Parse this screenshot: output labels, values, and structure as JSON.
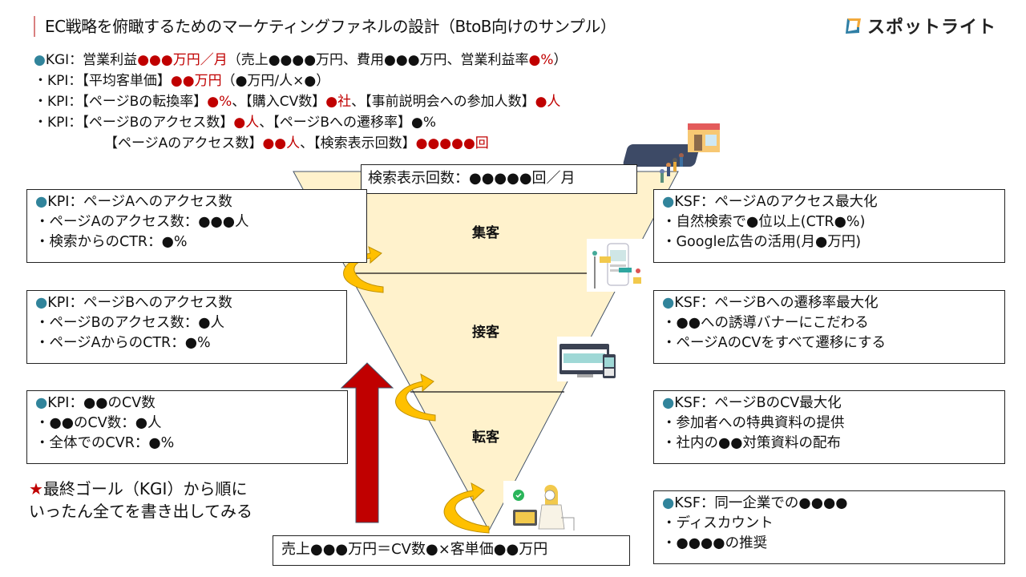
{
  "header": {
    "title": "EC戦略を俯瞰するためのマーケティングファネルの設計（BtoB向けのサンプル）",
    "logo_text": "スポットライト"
  },
  "colors": {
    "accent_red": "#c00000",
    "bullet_blue": "#31849b",
    "funnel_fill": "#fff2cc",
    "arrow_gold": "#ffc000",
    "arrow_red": "#c00000"
  },
  "summary": {
    "kgi": {
      "bullet": "●",
      "label": "KGI：営業利益",
      "value": "●●●万円／月",
      "paren_open": "（売上●●●●万円、費用●●●万円、営業利益率",
      "rate": "●%",
      "paren_close": "）"
    },
    "kpi1": {
      "label": "・KPI：【平均客単価】",
      "value": "●●万円",
      "suffix": "（●万円/人×●）"
    },
    "kpi2": {
      "label": "・KPI：【ページBの転換率】",
      "v1": "●%",
      "mid1": "、【購入CV数】",
      "v2": "●社",
      "mid2": "、【事前説明会への参加人数】",
      "v3": "●人"
    },
    "kpi3": {
      "label": "・KPI：【ページBのアクセス数】",
      "v1": "●人",
      "mid": "、【ページBへの遷移率】●%"
    },
    "kpi4": {
      "label": "【ページAのアクセス数】",
      "v1": "●●人",
      "mid": "、【検索表示回数】",
      "v2": "●●●●●回"
    }
  },
  "funnel": {
    "search_impressions": "検索表示回数：●●●●●回／月",
    "stages": [
      "集客",
      "接客",
      "転客"
    ],
    "formula": "売上●●●万円＝CV数●×客単価●●万円"
  },
  "kpi_boxes": [
    {
      "bullet": "●",
      "title": "KPI：ページAへのアクセス数",
      "lines": [
        "・ページAのアクセス数：●●●人",
        "・検索からのCTR：●%"
      ]
    },
    {
      "bullet": "●",
      "title": "KPI：ページBへのアクセス数",
      "lines": [
        "・ページBのアクセス数：●人",
        "・ページAからのCTR：●%"
      ]
    },
    {
      "bullet": "●",
      "title": "KPI：●●のCV数",
      "lines": [
        "・●●のCV数：●人",
        "・全体でのCVR：●%"
      ]
    }
  ],
  "ksf_boxes": [
    {
      "bullet": "●",
      "title": "KSF：ページAのアクセス最大化",
      "lines": [
        "・自然検索で●位以上(CTR●%)",
        "・Google広告の活用(月●万円)"
      ]
    },
    {
      "bullet": "●",
      "title": "KSF：ページBへの遷移率最大化",
      "lines": [
        "・●●への誘導バナーにこだわる",
        "・ページAのCVをすべて遷移にする"
      ]
    },
    {
      "bullet": "●",
      "title": "KSF：ページBのCV最大化",
      "lines": [
        "・参加者への特典資料の提供",
        "・社内の●●対策資料の配布"
      ]
    },
    {
      "bullet": "●",
      "title": "KSF：同一企業での●●●●",
      "lines": [
        "・ディスカウント",
        "・●●●●の推奨"
      ]
    }
  ],
  "note": {
    "star": "★",
    "line1": "最終ゴール（KGI）から順に",
    "line2": "いったん全てを書き出してみる"
  },
  "icons": [
    "storefront-queue-illustration",
    "smartphone-content-illustration",
    "desktop-mobile-illustration",
    "online-shopping-woman-illustration"
  ]
}
